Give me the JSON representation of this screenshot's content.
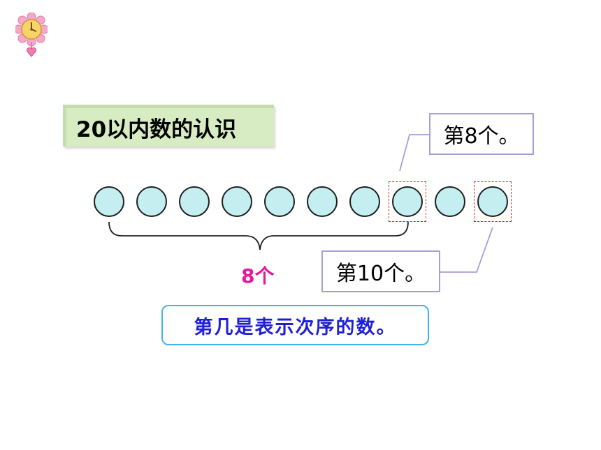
{
  "title": "20以内数的认识",
  "diagram": {
    "circle_count": 10,
    "highlighted_positions": [
      8,
      10
    ],
    "circle_fill": "#c4eef0",
    "highlight_color": "#e42121",
    "callout_border_color": "#a99dd6"
  },
  "callouts": {
    "eighth": "第8个。",
    "tenth": "第10个。"
  },
  "brace_label": "8个",
  "rule_text": "第几是表示次序的数。",
  "icons": {
    "top_left": "flower-clock-icon"
  }
}
